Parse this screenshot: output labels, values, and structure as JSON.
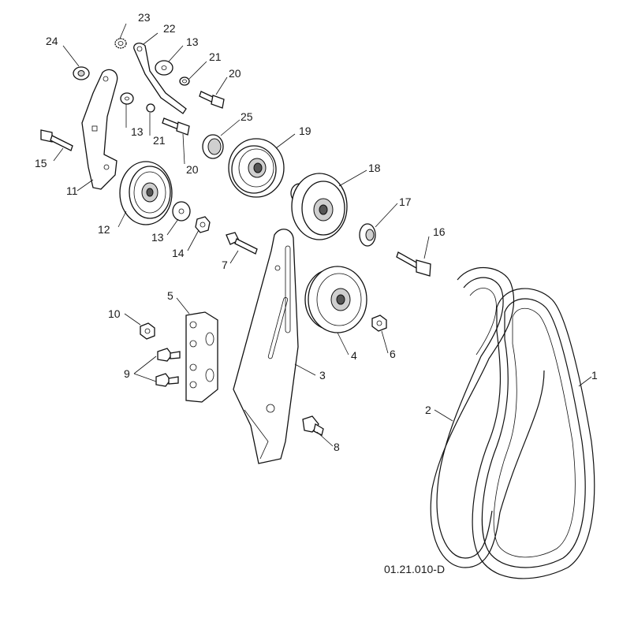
{
  "diagram": {
    "drawing_number": "01.21.010-D",
    "callouts": [
      "1",
      "2",
      "3",
      "4",
      "5",
      "6",
      "7",
      "8",
      "9",
      "10",
      "11",
      "12",
      "13",
      "14",
      "15",
      "16",
      "17",
      "18",
      "19",
      "20",
      "21",
      "22",
      "23",
      "24",
      "25"
    ],
    "repeat_callouts": {
      "c13b": "13",
      "c13c": "13",
      "c20b": "20",
      "c21b": "21"
    }
  }
}
